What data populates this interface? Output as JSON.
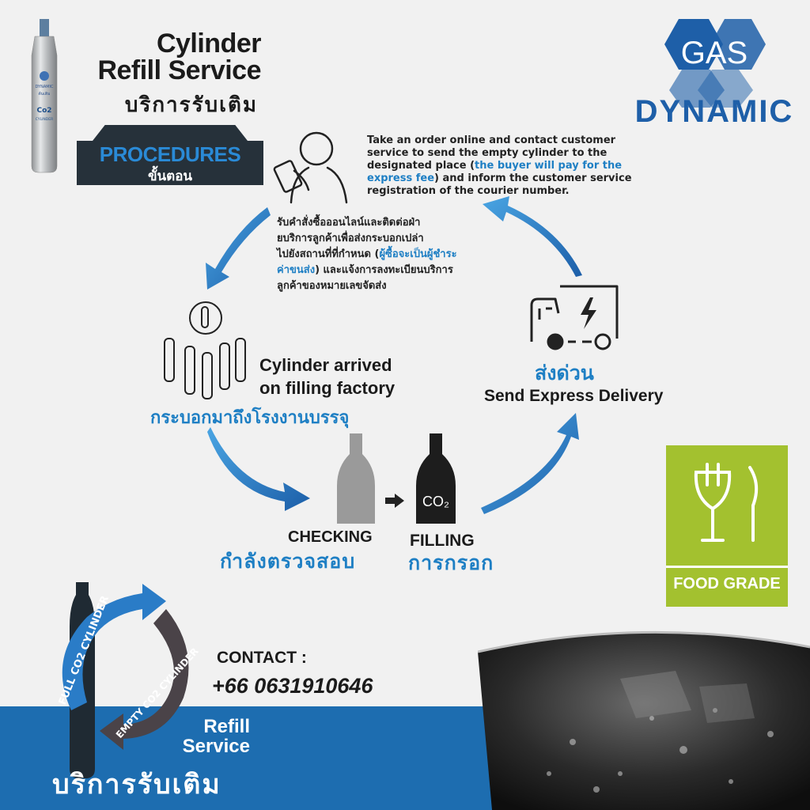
{
  "header": {
    "title_line1": "Cylinder",
    "title_line2": "Refill Service",
    "title_thai": "บริการรับเติม"
  },
  "procedures": {
    "label": "PROCEDURES",
    "label_thai": "ขั้นตอน"
  },
  "brand": {
    "top": "GAS",
    "bottom": "DYNAMIC",
    "color": "#1e5fa8"
  },
  "cylinder_product": {
    "brand_text": "DYNAMIC",
    "thai_text": "ต้นเติม",
    "label": "Co2",
    "label2": "CYLINDER"
  },
  "step1": {
    "en_pre": "Take an order online and contact customer service to send the empty cylinder to the designated place (",
    "en_highlight": "the buyer will pay for the express fee",
    "en_post": ") and inform the customer service registration of the courier number.",
    "th_line1": "รับคำสั่งซื้อออนไลน์และติดต่อฝ่า",
    "th_line2": "ยบริการลูกค้าเพื่อส่งกระบอกเปล่า",
    "th_line3_pre": "ไปยังสถานที่ที่กำหนด (",
    "th_line3_highlight": "ผู้ซื้อจะเป็นผู้ชำระ",
    "th_line4_highlight": "ค่าขนส่ง",
    "th_line4_post": ") และแจ้งการลงทะเบียนบริการ",
    "th_line5": "ลูกค้าของหมายเลขจัดส่ง"
  },
  "step2": {
    "line1": "Cylinder arrived",
    "line2": "on filling factory",
    "thai": "กระบอกมาถึงโรงงานบรรจุ"
  },
  "step3": {
    "checking": "CHECKING",
    "checking_thai": "กำลังตรวจสอบ",
    "filling": "FILLING",
    "filling_thai": "การกรอก",
    "bottle_label": "CO₂"
  },
  "step4": {
    "thai": "ส่งด่วน",
    "english": "Send Express Delivery"
  },
  "food_grade": {
    "label": "FOOD GRADE",
    "color": "#a3c12f"
  },
  "cycle": {
    "full": "FULL CO2 CYLINDER",
    "empty": "EMPTY CO2 CYLINDER"
  },
  "contact": {
    "label": "CONTACT :",
    "phone": "+66 0631910646"
  },
  "footer": {
    "line1": "Refill",
    "line2": "Service",
    "thai": "บริการรับเติม",
    "band_color": "#1d6db0"
  },
  "colors": {
    "accent_blue": "#1e7fc4",
    "dark": "#26313a"
  }
}
